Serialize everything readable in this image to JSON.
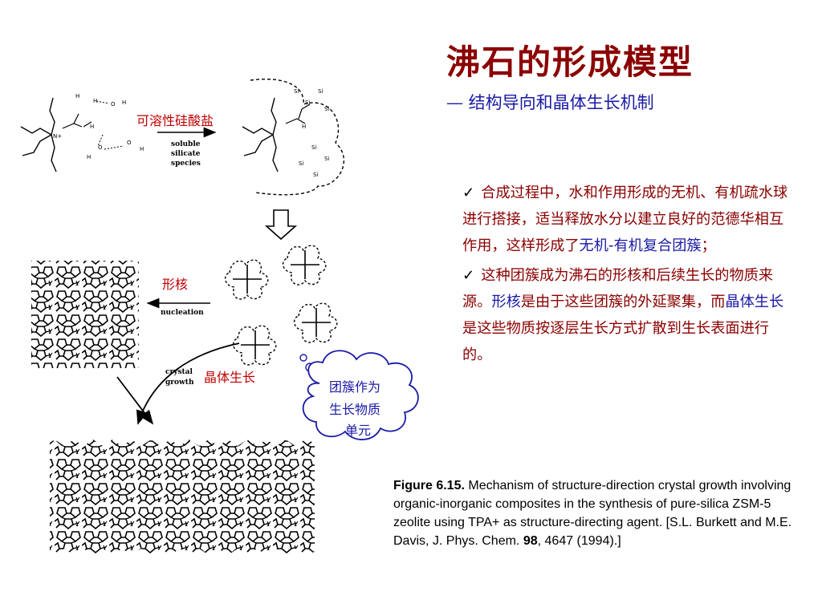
{
  "title": "沸石的形成模型",
  "subtitle": "— 结构导向和晶体生长机制",
  "bullets": [
    {
      "check": "✓",
      "pre": "合成过程中，水和作用形成的无机、有机疏水球进行搭接，适当释放水分以建立良好的范德华相互作用，这样形成了",
      "hl1": "无机-有机复合团簇",
      "post": "；"
    },
    {
      "check": "✓",
      "pre": "这种团簇成为沸石的形核和后续生长的物质来源。",
      "hl1": "形核",
      "mid": "是由于这些团簇的外延聚集，而",
      "hl2": "晶体生长",
      "post": "是这些物质按逐层生长方式扩散到生长表面进行的。"
    }
  ],
  "diagram": {
    "label_soluble_cn": "可溶性硅酸盐",
    "label_soluble_en": [
      "soluble",
      "silicate",
      "species"
    ],
    "label_nucleation_cn": "形核",
    "label_nucleation_en": "nucleation",
    "label_growth_cn": "晶体生长",
    "label_growth_en": [
      "crystal",
      "growth"
    ],
    "cloud_text": [
      "团簇作为",
      "生长物质",
      "单元"
    ],
    "atoms": {
      "H": "H",
      "O": "O",
      "N": "N+",
      "Si": "Si"
    }
  },
  "caption": {
    "fig": "Figure 6.15.",
    "text1": " Mechanism of structure-direction crystal growth involving organic-inorganic composites in the synthesis of pure-silica ZSM-5 zeolite using TPA+ as structure-directing agent. [S.L. Burkett and M.E. Davis, J. Phys. Chem. ",
    "vol": "98",
    "text2": ", 4647 (1994).]"
  },
  "colors": {
    "title": "#8B0000",
    "highlight": "#1a1aa6",
    "red_label": "#c00000"
  }
}
